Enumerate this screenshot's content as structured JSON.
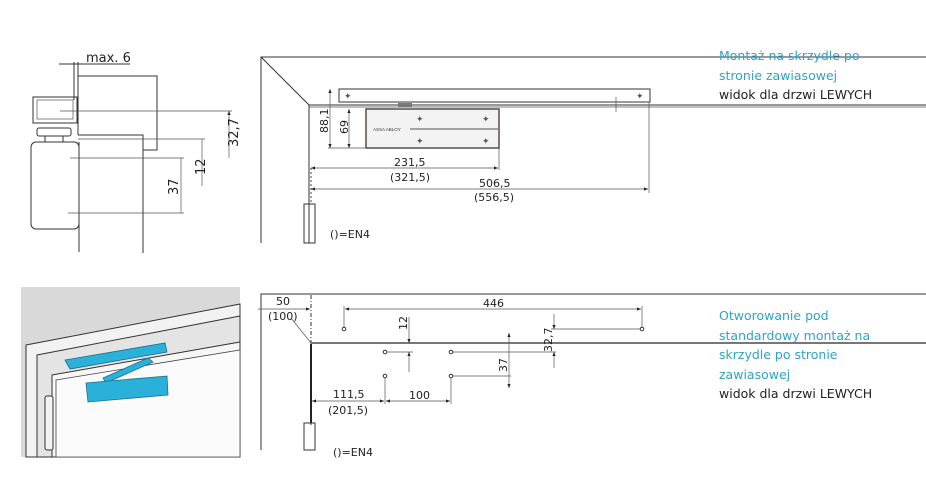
{
  "side_view": {
    "max_label": "max. 6",
    "dim_32_7": "32,7",
    "dim_12": "12",
    "dim_37": "37"
  },
  "plan_view_top": {
    "brand": "ASSA ABLOY",
    "dim_88_1": "88,1",
    "dim_69": "69",
    "dim_231_5": "231,5",
    "dim_321_5": "(321,5)",
    "dim_506_5": "506,5",
    "dim_556_5": "(556,5)",
    "en4_note": "()=EN4"
  },
  "drilling_view": {
    "dim_50": "50",
    "dim_100_paren": "(100)",
    "dim_446": "446",
    "dim_12": "12",
    "dim_37": "37",
    "dim_32_7": "32,7",
    "dim_111_5": "111,5",
    "dim_201_5": "(201,5)",
    "dim_100": "100",
    "en4_note": "()=EN4"
  },
  "caption_top": {
    "line1": "Montaż na skrzydle po",
    "line2": "stronie zawiasowej",
    "line3": "widok dla drzwi LEWYCH"
  },
  "caption_bottom": {
    "line1": "Otworowanie pod",
    "line2": "standardowy montaż na",
    "line3": "skrzydle po stronie",
    "line4": "zawiasowej",
    "line5": "widok dla drzwi LEWYCH"
  },
  "colors": {
    "accent": "#2ea3c6",
    "closer": "#29b1da"
  }
}
